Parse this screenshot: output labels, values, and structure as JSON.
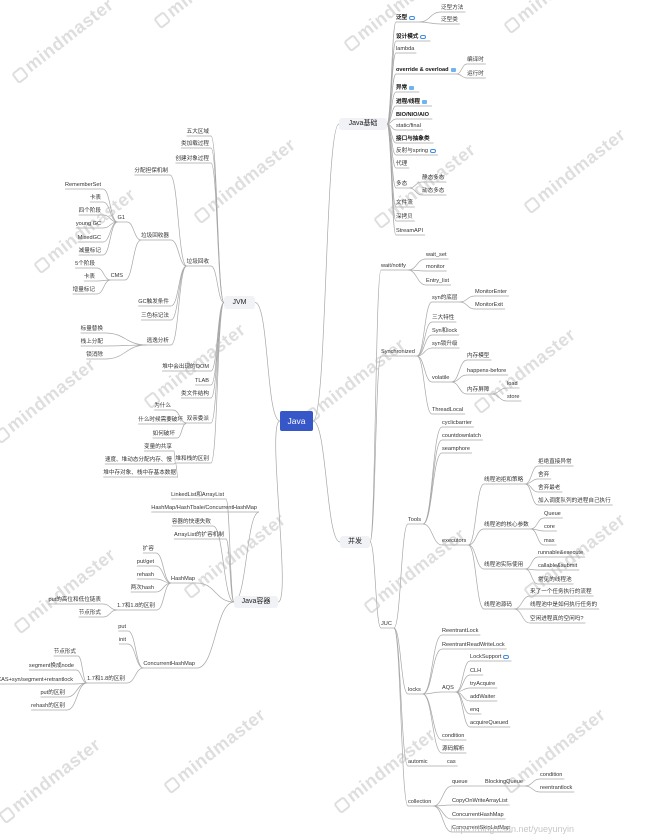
{
  "watermark": "mindmaster",
  "footer": "https://blog.csdn.net/yueyunyin",
  "colors": {
    "root": "#3557c8",
    "branch": "#f1f2f6",
    "line": "#a7a7a7",
    "link_icon": "#3d8fe3"
  },
  "mindmap": {
    "root": "Java",
    "nodes": [
      {
        "id": "jb",
        "text": "Java基础",
        "type": "branch"
      },
      {
        "id": "jvm",
        "text": "JVM",
        "type": "branch"
      },
      {
        "id": "bf",
        "text": "并发",
        "type": "branch"
      },
      {
        "id": "jr",
        "text": "Java容器",
        "type": "branch"
      },
      {
        "id": "n_fx",
        "text": "泛型",
        "bold": true,
        "icon": "link",
        "parent": "jb"
      },
      {
        "id": "n_fxff",
        "text": "泛型方法",
        "parent": "n_fx"
      },
      {
        "id": "n_fxl",
        "text": "泛型类",
        "parent": "n_fx"
      },
      {
        "id": "n_sjms",
        "text": "设计模式",
        "bold": true,
        "icon": "link",
        "parent": "jb"
      },
      {
        "id": "n_lambda",
        "text": "lambda",
        "parent": "jb"
      },
      {
        "id": "n_ov",
        "text": "override & overload",
        "bold": true,
        "icon": "note",
        "parent": "jb"
      },
      {
        "id": "n_byq",
        "text": "编译时",
        "parent": "n_ov"
      },
      {
        "id": "n_yxs",
        "text": "运行时",
        "parent": "n_ov"
      },
      {
        "id": "n_yc",
        "text": "异常",
        "bold": true,
        "icon": "note",
        "parent": "jb"
      },
      {
        "id": "n_jc",
        "text": "进程/线程",
        "bold": true,
        "icon": "note",
        "parent": "jb"
      },
      {
        "id": "n_bio",
        "text": "BIO/NIO/AIO",
        "bold": true,
        "parent": "jb"
      },
      {
        "id": "n_sf",
        "text": "static/final",
        "parent": "jb"
      },
      {
        "id": "n_jk",
        "text": "接口与抽象类",
        "bold": true,
        "parent": "jb"
      },
      {
        "id": "n_fs",
        "text": "反射与spring",
        "icon": "link",
        "parent": "jb"
      },
      {
        "id": "n_dl",
        "text": "代理",
        "parent": "jb"
      },
      {
        "id": "n_dt",
        "text": "多态",
        "parent": "jb"
      },
      {
        "id": "n_jtdt",
        "text": "静态多态",
        "parent": "n_dt"
      },
      {
        "id": "n_dtdt",
        "text": "动态多态",
        "parent": "n_dt"
      },
      {
        "id": "n_wjl",
        "text": "文件流",
        "parent": "jb"
      },
      {
        "id": "n_skb",
        "text": "深拷贝",
        "parent": "jb"
      },
      {
        "id": "n_stream",
        "text": "StreamAPI",
        "parent": "jb"
      },
      {
        "id": "n_wwqy",
        "text": "五大区域",
        "parent": "jvm"
      },
      {
        "id": "n_ljz",
        "text": "类加载过程",
        "parent": "jvm"
      },
      {
        "id": "n_cjdx",
        "text": "创建对象过程",
        "parent": "jvm"
      },
      {
        "id": "n_ljhs",
        "text": "垃圾回收",
        "parent": "jvm"
      },
      {
        "id": "n_fpdp",
        "text": "分配担保机制",
        "parent": "n_ljhs"
      },
      {
        "id": "n_ljsjq",
        "text": "垃圾回收器",
        "parent": "n_ljhs"
      },
      {
        "id": "n_g1",
        "text": "G1",
        "parent": "n_ljsjq"
      },
      {
        "id": "n_rs",
        "text": "RememberSet",
        "parent": "n_g1"
      },
      {
        "id": "n_kb",
        "text": "卡表",
        "parent": "n_g1"
      },
      {
        "id": "n_sgjd",
        "text": "四个阶段",
        "parent": "n_g1"
      },
      {
        "id": "n_ygc",
        "text": "young GC",
        "parent": "n_g1"
      },
      {
        "id": "n_mgc",
        "text": "MixedGC",
        "parent": "n_g1"
      },
      {
        "id": "n_clbj",
        "text": "减量标记",
        "parent": "n_g1"
      },
      {
        "id": "n_cms",
        "text": "CMS",
        "parent": "n_ljsjq"
      },
      {
        "id": "n_5jd",
        "text": "5个阶段",
        "parent": "n_cms"
      },
      {
        "id": "n_kb2",
        "text": "卡表",
        "parent": "n_cms"
      },
      {
        "id": "n_zlbj",
        "text": "增量标记",
        "parent": "n_cms"
      },
      {
        "id": "n_gctj",
        "text": "GC触发条件",
        "parent": "n_ljhs"
      },
      {
        "id": "n_ssbj",
        "text": "三色标记法",
        "parent": "n_ljhs"
      },
      {
        "id": "n_tyfx",
        "text": "逃逸分析",
        "parent": "n_ljhs"
      },
      {
        "id": "n_blth",
        "text": "标量替换",
        "parent": "n_tyfx"
      },
      {
        "id": "n_zsfp",
        "text": "栈上分配",
        "parent": "n_tyfx"
      },
      {
        "id": "n_sxc",
        "text": "锁消除",
        "parent": "n_tyfx"
      },
      {
        "id": "n_dzom",
        "text": "堆中会出现的OOM",
        "parent": "jvm"
      },
      {
        "id": "n_tlab",
        "text": "TLAB",
        "parent": "jvm"
      },
      {
        "id": "n_lwj",
        "text": "类文件结构",
        "parent": "jvm"
      },
      {
        "id": "n_sqwp",
        "text": "双亲委派",
        "parent": "jvm"
      },
      {
        "id": "n_wsm",
        "text": "为什么",
        "parent": "n_sqwp"
      },
      {
        "id": "n_psm",
        "text": "什么时候需要破坏",
        "parent": "n_sqwp"
      },
      {
        "id": "n_rhpj",
        "text": "如何破坏",
        "parent": "n_sqwp"
      },
      {
        "id": "n_dzqb",
        "text": "堆和栈的区别",
        "parent": "jvm"
      },
      {
        "id": "n_jdgx",
        "text": "变量的共享",
        "parent": "n_dzqb"
      },
      {
        "id": "n_tfs",
        "text": "速度、堆动态分配内存、慢",
        "parent": "n_dzqb"
      },
      {
        "id": "n_dzdx",
        "text": "堆中存对象、栈中存基本数据",
        "parent": "n_dzqb"
      },
      {
        "id": "n_ll",
        "text": "LinkedList和ArrayList",
        "parent": "jr"
      },
      {
        "id": "n_hm3",
        "text": "HashMap/HashTbale/ConcurrentHashMap",
        "parent": "jr"
      },
      {
        "id": "n_rqks",
        "text": "容器的快速失败",
        "parent": "jr"
      },
      {
        "id": "n_alkr",
        "text": "ArrayList的扩容机制",
        "parent": "jr"
      },
      {
        "id": "n_hm",
        "text": "HashMap",
        "parent": "jr"
      },
      {
        "id": "n_kr",
        "text": "扩容",
        "parent": "n_hm"
      },
      {
        "id": "n_pg",
        "text": "put/get",
        "parent": "n_hm"
      },
      {
        "id": "n_rh",
        "text": "rehash",
        "parent": "n_hm"
      },
      {
        "id": "n_lch",
        "text": "两次hash",
        "parent": "n_hm"
      },
      {
        "id": "n_178",
        "text": "1.7和1.8的区别",
        "parent": "n_hm"
      },
      {
        "id": "n_putg",
        "text": "put的高位和低位链表",
        "parent": "n_178"
      },
      {
        "id": "n_jdxs",
        "text": "节点形式",
        "parent": "n_178"
      },
      {
        "id": "n_chm",
        "text": "ConcurrentHashMap",
        "parent": "jr"
      },
      {
        "id": "n_put",
        "text": "put",
        "parent": "n_chm"
      },
      {
        "id": "n_init",
        "text": "init",
        "parent": "n_chm"
      },
      {
        "id": "n_178b",
        "text": "1.7和1.8的区别",
        "parent": "n_chm"
      },
      {
        "id": "n_jdxs2",
        "text": "节点形式",
        "parent": "n_178b"
      },
      {
        "id": "n_seg",
        "text": "segment换成node",
        "parent": "n_178b"
      },
      {
        "id": "n_cas",
        "text": "CAS+syn/segment+retrantlock",
        "parent": "n_178b"
      },
      {
        "id": "n_putqb",
        "text": "put的区别",
        "parent": "n_178b"
      },
      {
        "id": "n_rehq",
        "text": "rehash的区别",
        "parent": "n_178b"
      },
      {
        "id": "n_wn",
        "text": "wait/notify",
        "parent": "bf"
      },
      {
        "id": "n_ws",
        "text": "wait_set",
        "parent": "n_wn"
      },
      {
        "id": "n_mon",
        "text": "monitor",
        "parent": "n_wn"
      },
      {
        "id": "n_el",
        "text": "Entry_list",
        "parent": "n_wn"
      },
      {
        "id": "n_syn",
        "text": "Synchronized",
        "parent": "bf"
      },
      {
        "id": "n_syndc",
        "text": "syn的底层",
        "parent": "n_syn"
      },
      {
        "id": "n_me",
        "text": "MonitorEnter",
        "parent": "n_syndc"
      },
      {
        "id": "n_mx",
        "text": "MonitorExit",
        "parent": "n_syndc"
      },
      {
        "id": "n_sdtx",
        "text": "三大特性",
        "parent": "n_syn"
      },
      {
        "id": "n_synl",
        "text": "Syn和lock",
        "parent": "n_syn"
      },
      {
        "id": "n_synsj",
        "text": "syn锁升级",
        "parent": "n_syn"
      },
      {
        "id": "n_vol",
        "text": "volatile",
        "parent": "n_syn"
      },
      {
        "id": "n_ncmx",
        "text": "内存模型",
        "parent": "n_vol"
      },
      {
        "id": "n_hb",
        "text": "happens-before",
        "parent": "n_vol"
      },
      {
        "id": "n_ncpz",
        "text": "内存屏障",
        "parent": "n_vol"
      },
      {
        "id": "n_load",
        "text": "load",
        "parent": "n_ncpz"
      },
      {
        "id": "n_store",
        "text": "store",
        "parent": "n_ncpz"
      },
      {
        "id": "n_tl",
        "text": "ThreadLocal",
        "parent": "n_syn"
      },
      {
        "id": "n_juc",
        "text": "JUC",
        "parent": "bf"
      },
      {
        "id": "n_tools",
        "text": "Tools",
        "parent": "n_juc"
      },
      {
        "id": "n_cb",
        "text": "cyclicbarrier",
        "parent": "n_tools"
      },
      {
        "id": "n_cdl",
        "text": "countdownlatch",
        "parent": "n_tools"
      },
      {
        "id": "n_sem",
        "text": "seamphore",
        "parent": "n_tools"
      },
      {
        "id": "n_exe",
        "text": "executors",
        "parent": "n_tools"
      },
      {
        "id": "n_xccl",
        "text": "线程池拒和策略",
        "parent": "n_exe"
      },
      {
        "id": "n_pcyc",
        "text": "拒绝直接异常",
        "parent": "n_xccl"
      },
      {
        "id": "n_sq",
        "text": "舍弃",
        "parent": "n_xccl"
      },
      {
        "id": "n_sqzl",
        "text": "舍弃最老",
        "parent": "n_xccl"
      },
      {
        "id": "n_jrxc",
        "text": "加入调度队列的进程自己执行",
        "parent": "n_xccl"
      },
      {
        "id": "n_xchx",
        "text": "线程池的核心参数",
        "parent": "n_exe"
      },
      {
        "id": "n_queue",
        "text": "Queue",
        "parent": "n_xchx"
      },
      {
        "id": "n_core",
        "text": "core",
        "parent": "n_xchx"
      },
      {
        "id": "n_max",
        "text": "max",
        "parent": "n_xchx"
      },
      {
        "id": "n_xcsj",
        "text": "线程池实际使用",
        "parent": "n_exe"
      },
      {
        "id": "n_re",
        "text": "runnable&execute",
        "parent": "n_xcsj"
      },
      {
        "id": "n_cs",
        "text": "callable&submit",
        "parent": "n_xcsj"
      },
      {
        "id": "n_cjxc",
        "text": "常见的线程池",
        "parent": "n_xcsj"
      },
      {
        "id": "n_xcym",
        "text": "线程池源码",
        "parent": "n_exe"
      },
      {
        "id": "n_lgrw",
        "text": "来了一个任务执行的流程",
        "parent": "n_xcym"
      },
      {
        "id": "n_xczx",
        "text": "线程池中是如何执行任务的",
        "parent": "n_xcym"
      },
      {
        "id": "n_kxjc",
        "text": "空闲进程真的空闲吗?",
        "parent": "n_xcym"
      },
      {
        "id": "n_locks",
        "text": "locks",
        "parent": "n_juc"
      },
      {
        "id": "n_rl",
        "text": "ReentrantLock",
        "parent": "n_locks"
      },
      {
        "id": "n_rwl",
        "text": "ReentrantReadWriteLock",
        "parent": "n_locks"
      },
      {
        "id": "n_aqs",
        "text": "AQS",
        "parent": "n_locks"
      },
      {
        "id": "n_ls",
        "text": "LockSupport",
        "icon": "link",
        "parent": "n_aqs"
      },
      {
        "id": "n_clh",
        "text": "CLH",
        "parent": "n_aqs"
      },
      {
        "id": "n_ta",
        "text": "tryAcquire",
        "parent": "n_aqs"
      },
      {
        "id": "n_aw",
        "text": "addWaiter",
        "parent": "n_aqs"
      },
      {
        "id": "n_enq",
        "text": "enq",
        "parent": "n_aqs"
      },
      {
        "id": "n_aq",
        "text": "acquireQueued",
        "parent": "n_aqs"
      },
      {
        "id": "n_cond",
        "text": "condition",
        "parent": "n_locks"
      },
      {
        "id": "n_yjjx",
        "text": "源码解析",
        "parent": "n_locks"
      },
      {
        "id": "n_atomic",
        "text": "automic",
        "parent": "n_juc"
      },
      {
        "id": "n_casa",
        "text": "cas",
        "parent": "n_atomic"
      },
      {
        "id": "n_coll",
        "text": "collection",
        "parent": "n_juc"
      },
      {
        "id": "n_queue2",
        "text": "queue",
        "parent": "n_coll"
      },
      {
        "id": "n_bq",
        "text": "BlockingQueue",
        "parent": "n_queue2"
      },
      {
        "id": "n_bqc",
        "text": "condition",
        "parent": "n_bq"
      },
      {
        "id": "n_bqr",
        "text": "reentrantlock",
        "parent": "n_bq"
      },
      {
        "id": "n_cowal",
        "text": "CopyOnWriteArrayList",
        "parent": "n_coll"
      },
      {
        "id": "n_chm2",
        "text": "ConcurrentHashMap",
        "parent": "n_coll"
      },
      {
        "id": "n_csl",
        "text": "ConcurrentSkipListMap",
        "parent": "n_coll"
      }
    ]
  }
}
